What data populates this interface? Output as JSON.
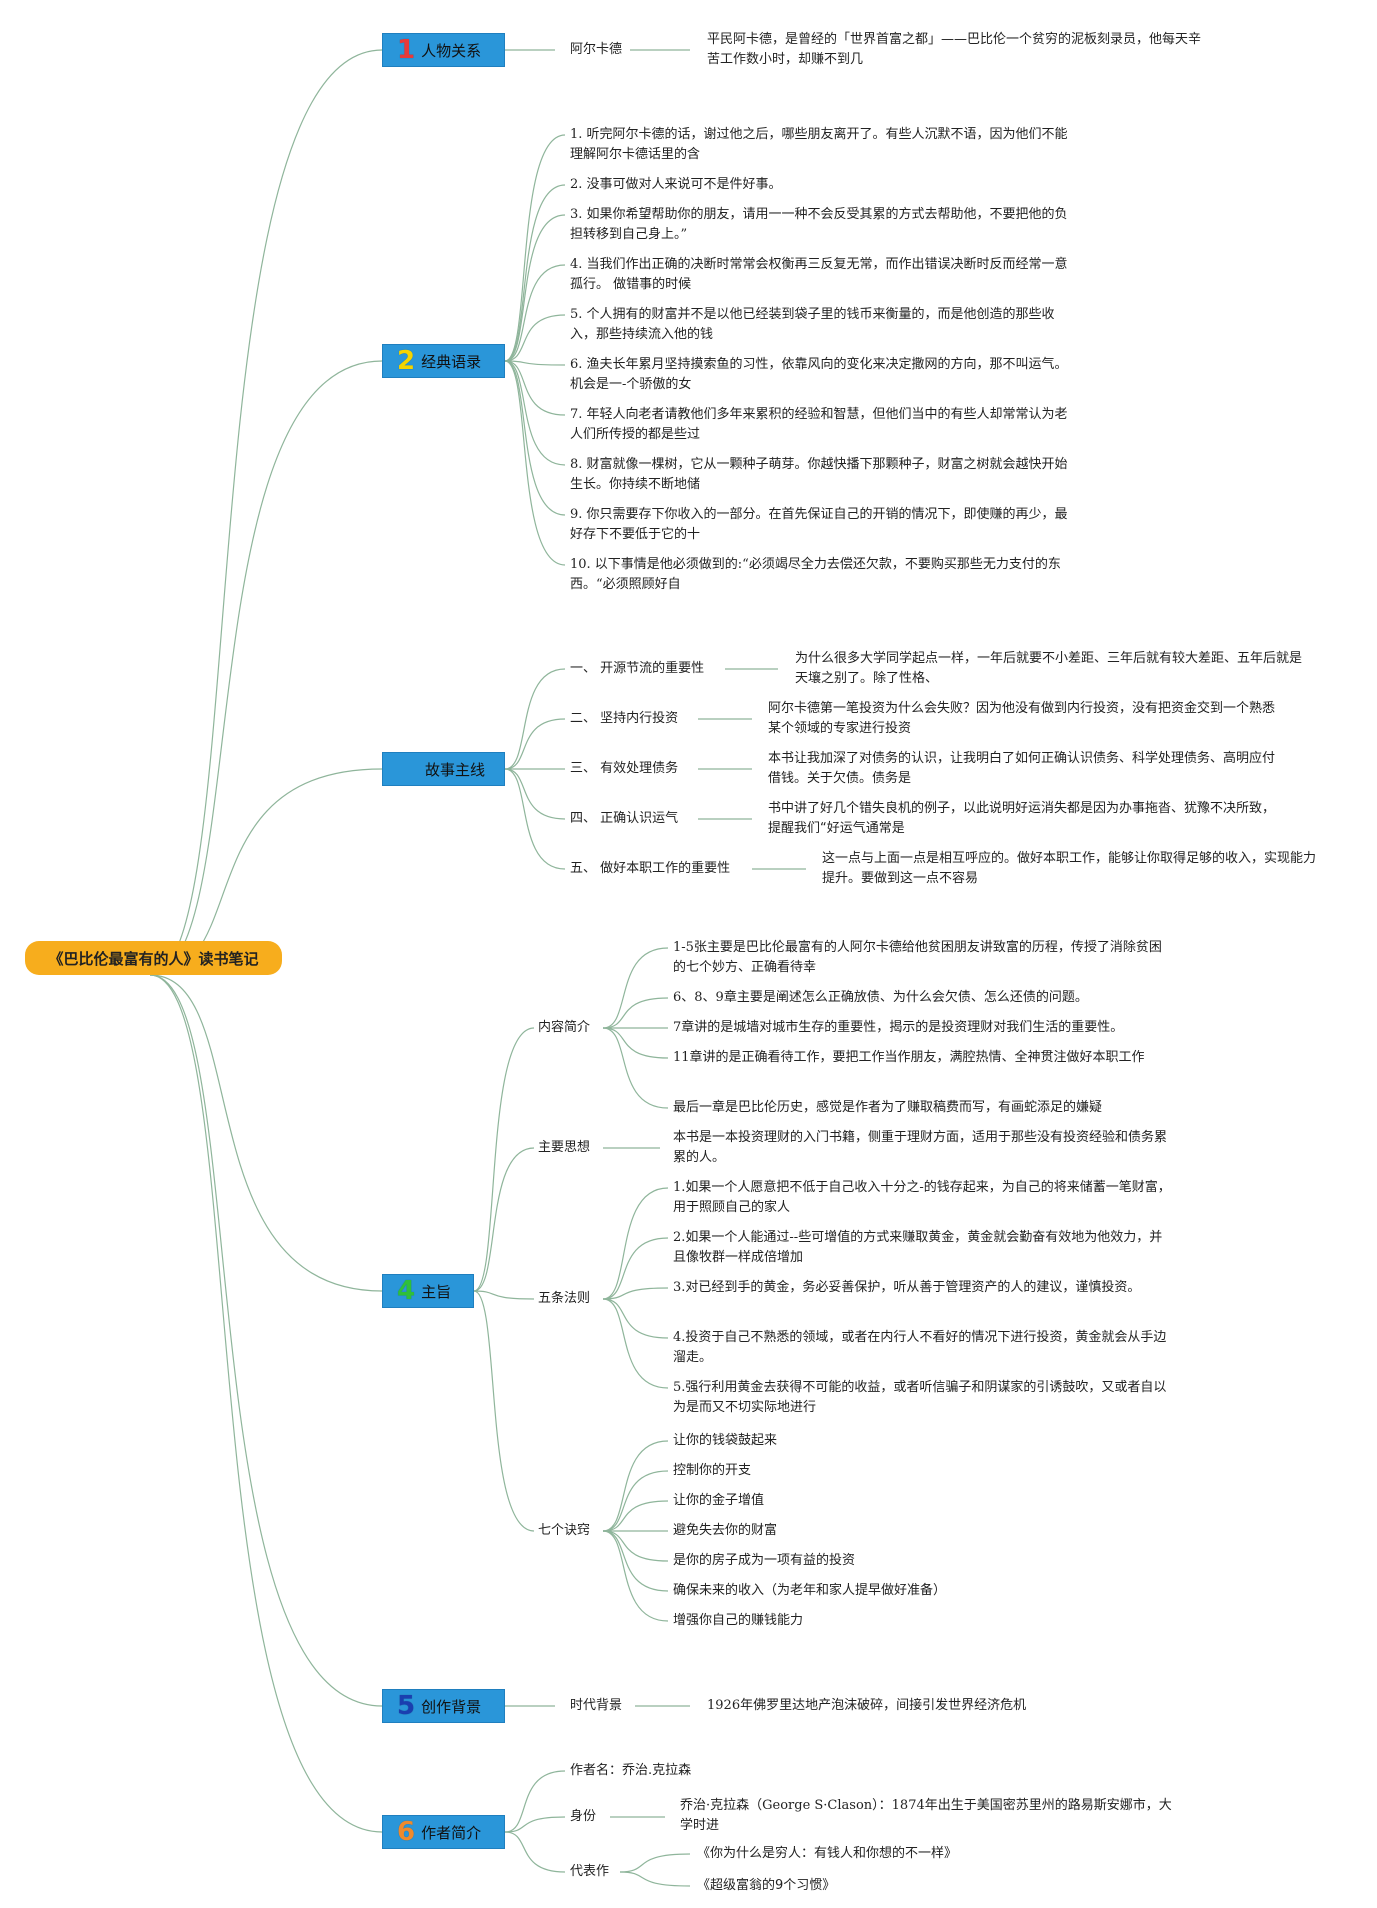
{
  "root": {
    "title": "《巴比伦最富有的人》读书笔记",
    "color": "#f7ad1d"
  },
  "branches": [
    {
      "num": "1",
      "num_color": "#e83a3a",
      "label": "人物关系"
    },
    {
      "num": "2",
      "num_color": "#f5d400",
      "label": "经典语录"
    },
    {
      "num": "",
      "num_color": "",
      "label": "故事主线"
    },
    {
      "num": "4",
      "num_color": "#2fbf3a",
      "label": "主旨"
    },
    {
      "num": "5",
      "num_color": "#1a3fb0",
      "label": "创作背景"
    },
    {
      "num": "6",
      "num_color": "#f08a2c",
      "label": "作者简介"
    }
  ],
  "b1": {
    "label": "阿尔卡德",
    "text": "平民阿卡德，是曾经的「世界首富之都」——巴比伦一个贫穷的泥板刻录员，他每天辛苦工作数小时，却赚不到几"
  },
  "b2": {
    "quotes": [
      "1. 听完阿尔卡德的话，谢过他之后，哪些朋友离开了。有些人沉默不语，因为他们不能理解阿尔卡德话里的含",
      "2. 没事可做对人来说可不是件好事。",
      "3. 如果你希望帮助你的朋友，请用一一种不会反受其累的方式去帮助他，不要把他的负担转移到自己身上。”",
      "4. 当我们作出正确的决断时常常会权衡再三反复无常，而作出错误决断时反而经常一意孤行。 做错事的时候",
      "5. 个人拥有的财富并不是以他已经装到袋子里的钱币来衡量的，而是他创造的那些收入，那些持续流入他的钱",
      "6. 渔夫长年累月坚持摸索鱼的习性，依靠风向的变化来决定撒网的方向，那不叫运气。机会是一-个骄傲的女",
      "7. 年轻人向老者请教他们多年来累积的经验和智慧，但他们当中的有些人却常常认为老人们所传授的都是些过",
      "8. 财富就像一棵树，它从一颗种子萌芽。你越快播下那颗种子，财富之树就会越快开始生长。你持续不断地储",
      "9. 你只需要存下你收入的一部分。在首先保证自己的开销的情况下，即使赚的再少，最好存下不要低于它的十",
      "10. 以下事情是他必须做到的:“必须竭尽全力去偿还欠款，不要购买那些无力支付的东西。“必须照顾好自"
    ]
  },
  "b3": {
    "items": [
      {
        "label": "一、 开源节流的重要性",
        "text": "为什么很多大学同学起点一样，一年后就要不小差距、三年后就有较大差距、五年后就是天壤之别了。除了性格、"
      },
      {
        "label": "二、 坚持内行投资",
        "text": "阿尔卡德第一笔投资为什么会失败？因为他没有做到内行投资，没有把资金交到一个熟悉某个领域的专家进行投资"
      },
      {
        "label": "三、 有效处理债务",
        "text": "本书让我加深了对债务的认识，让我明白了如何正确认识债务、科学处理债务、高明应付借钱。关于欠债。债务是"
      },
      {
        "label": "四、 正确认识运气",
        "text": "书中讲了好几个错失良机的例子，以此说明好运消失都是因为办事拖沓、犹豫不决所致，提醒我们“好运气通常是"
      },
      {
        "label": "五、 做好本职工作的重要性",
        "text": "这一点与上面一点是相互呼应的。做好本职工作，能够让你取得足够的收入，实现能力提升。要做到这一点不容易"
      }
    ]
  },
  "b4": {
    "intro_label": "内容简介",
    "intro_items": [
      "1-5张主要是巴比伦最富有的人阿尔卡德给他贫困朋友讲致富的历程，传授了消除贫困的七个妙方、正确看待幸",
      "6、8、9章主要是阐述怎么正确放债、为什么会欠债、怎么还债的问题。",
      "7章讲的是城墙对城市生存的重要性，揭示的是投资理财对我们生活的重要性。",
      "11章讲的是正确看待工作，要把工作当作朋友，满腔热情、全神贯注做好本职工作",
      "最后一章是巴比伦历史，感觉是作者为了赚取稿费而写，有画蛇添足的嫌疑"
    ],
    "idea_label": "主要思想",
    "idea_text": "本书是一本投资理财的入门书籍，侧重于理财方面，适用于那些没有投资经验和债务累累的人。",
    "rules_label": "五条法则",
    "rules": [
      "1.如果一个人愿意把不低于自己收入十分之-的钱存起来，为自己的将来储蓄一笔财富， 用于照顾自己的家人",
      "2.如果一个人能通过--些可增值的方式来赚取黄金，黄金就会勤奋有效地为他效力，并且像牧群一样成倍增加",
      "3.对已经到手的黄金，务必妥善保护，听从善于管理资产的人的建议，谨慎投资。",
      "4.投资于自己不熟悉的领域，或者在内行人不看好的情况下进行投资，黄金就会从手边溜走。",
      "5.强行利用黄金去获得不可能的收益，或者听信骗子和阴谋家的引诱鼓吹，又或者自以为是而又不切实际地进行"
    ],
    "secrets_label": "七个诀窍",
    "secrets": [
      "让你的钱袋鼓起来",
      "控制你的开支",
      "让你的金子增值",
      "避免失去你的财富",
      "是你的房子成为一项有益的投资",
      "确保未来的收入（为老年和家人提早做好准备）",
      "增强你自己的赚钱能力"
    ]
  },
  "b5": {
    "label": "时代背景",
    "text": "1926年佛罗里达地产泡沫破碎，间接引发世界经济危机"
  },
  "b6": {
    "author": "作者名：乔治.克拉森",
    "identity_label": "身份",
    "identity_text": "乔治·克拉森（George S·Clason）：1874年出生于美国密苏里州的路易斯安娜市，大学时进",
    "works_label": "代表作",
    "works": [
      "《你为什么是穷人：有钱人和你想的不一样》",
      "《超级富翁的9个习惯》"
    ]
  },
  "colors": {
    "branch_fill": "#2a96d9",
    "link": "#8fb59b"
  }
}
